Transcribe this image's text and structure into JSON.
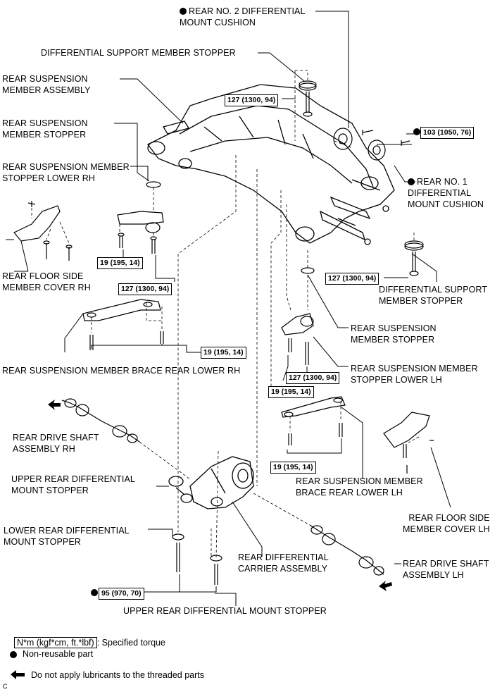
{
  "labels": {
    "rear_no2_diff_mount_cushion": "REAR NO. 2 DIFFERENTIAL\nMOUNT CUSHION",
    "diff_support_member_stopper_top": "DIFFERENTIAL SUPPORT MEMBER STOPPER",
    "rear_susp_member_assy": "REAR SUSPENSION\nMEMBER ASSEMBLY",
    "rear_susp_member_stopper_rh": "REAR SUSPENSION\nMEMBER STOPPER",
    "rear_susp_member_stopper_lower_rh": "REAR SUSPENSION MEMBER\nSTOPPER LOWER RH",
    "rear_floor_side_member_cover_rh": "REAR FLOOR SIDE\nMEMBER COVER RH",
    "rear_no1_diff_mount_cushion": "REAR NO. 1\nDIFFERENTIAL\nMOUNT CUSHION",
    "diff_support_member_stopper_right": "DIFFERENTIAL SUPPORT\nMEMBER STOPPER",
    "rear_susp_member_stopper_lh": "REAR SUSPENSION\nMEMBER STOPPER",
    "rear_susp_member_brace_rear_lower_rh": "REAR SUSPENSION MEMBER BRACE REAR LOWER RH",
    "rear_susp_member_stopper_lower_lh": "REAR SUSPENSION MEMBER\nSTOPPER LOWER LH",
    "rear_drive_shaft_rh": "REAR DRIVE SHAFT\nASSEMBLY RH",
    "upper_rear_diff_mount_stopper_left": "UPPER REAR DIFFERENTIAL\nMOUNT STOPPER",
    "rear_susp_member_brace_rear_lower_lh": "REAR SUSPENSION MEMBER\nBRACE REAR LOWER LH",
    "rear_floor_side_member_cover_lh": "REAR FLOOR SIDE\nMEMBER COVER LH",
    "lower_rear_diff_mount_stopper": "LOWER REAR DIFFERENTIAL\nMOUNT STOPPER",
    "rear_diff_carrier_assy": "REAR DIFFERENTIAL\nCARRIER ASSEMBLY",
    "rear_drive_shaft_lh": "REAR DRIVE SHAFT\nASSEMBLY LH",
    "upper_rear_diff_mount_stopper_bottom": "UPPER REAR DIFFERENTIAL MOUNT STOPPER"
  },
  "torques": {
    "t1": "127 (1300, 94)",
    "t2": "103 (1050, 76)",
    "t3": "19 (195, 14)",
    "t4": "127 (1300, 94)",
    "t5": "127 (1300, 94)",
    "t6": "19 (195, 14)",
    "t7": "127 (1300, 94)",
    "t8": "19 (195, 14)",
    "t9": "19 (195, 14)",
    "t10": "95 (970, 70)"
  },
  "legend": {
    "torque_box": "N*m (kgf*cm, ft.*lbf)",
    "torque_text": ": Specified torque",
    "non_reusable": "Non-reusable part",
    "no_lubricant": "Do not apply lubricants to the threaded parts"
  },
  "corner_mark": "C"
}
